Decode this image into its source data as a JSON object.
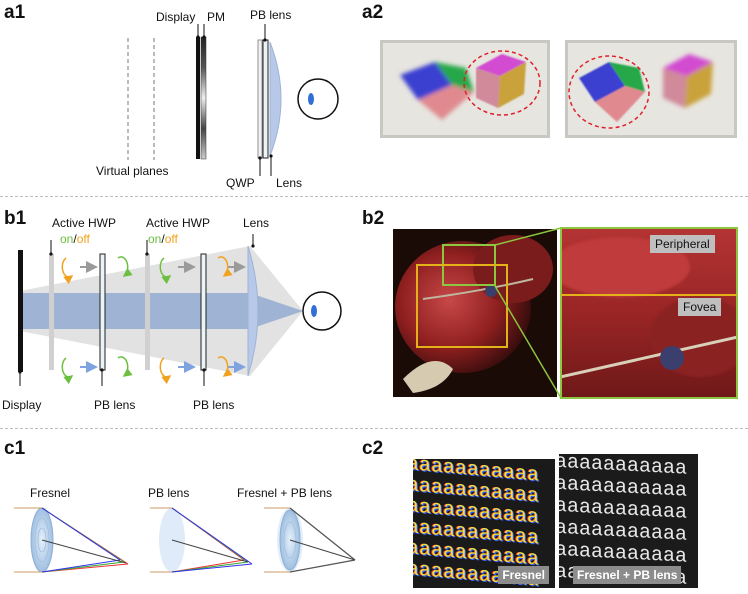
{
  "panels": {
    "a1": "a1",
    "a2": "a2",
    "b1": "b1",
    "b2": "b2",
    "c1": "c1",
    "c2": "c2"
  },
  "a1": {
    "display": "Display",
    "pm": "PM",
    "pb_lens": "PB lens",
    "virtual_planes": "Virtual planes",
    "qwp": "QWP",
    "lens": "Lens"
  },
  "b1": {
    "active_hwp_1": "Active HWP",
    "active_hwp_2": "Active HWP",
    "on": "on",
    "slash": "/",
    "off": "off",
    "lens": "Lens",
    "display": "Display",
    "pb_lens_1": "PB lens",
    "pb_lens_2": "PB lens"
  },
  "b2": {
    "peripheral": "Peripheral",
    "fovea": "Fovea"
  },
  "c1": {
    "fresnel": "Fresnel",
    "pb_lens": "PB lens",
    "fresnel_pb": "Fresnel + PB lens"
  },
  "c2": {
    "fresnel": "Fresnel",
    "fresnel_pb": "Fresnel + PB lens",
    "glyph_row": "aaaaaaaaaaa"
  },
  "colors": {
    "on_green": "#6cbf3f",
    "off_orange": "#f0a21e",
    "eye_blue": "#2f6fd6",
    "lens_blue": "#b7c8e8",
    "beam_blue": "#9fb3d4",
    "red_dashed": "#e0202a",
    "yellow_box": "#e3b21b",
    "green_box": "#8dc63f"
  }
}
